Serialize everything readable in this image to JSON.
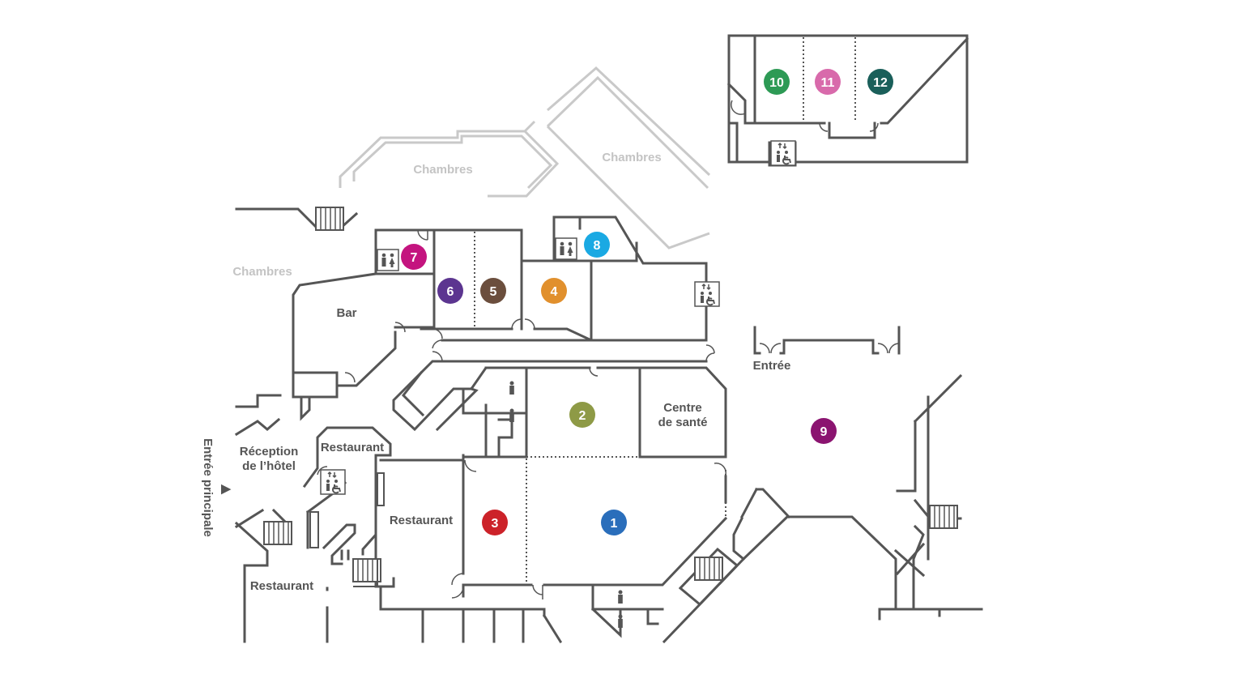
{
  "labels": {
    "chambres_1": "Chambres",
    "chambres_2": "Chambres",
    "chambres_3": "Chambres",
    "bar": "Bar",
    "entree": "Entrée",
    "centre_sante_1": "Centre",
    "centre_sante_2": "de santé",
    "reception_1": "Réception",
    "reception_2": "de l’hôtel",
    "restaurant_1": "Restaurant",
    "restaurant_2": "Restaurant",
    "restaurant_3": "Restaurant",
    "entree_principale": "Entrée principale",
    "entree_arrow": "▶"
  },
  "rooms": [
    {
      "id": "1",
      "color": "#2a6ebb"
    },
    {
      "id": "2",
      "color": "#8e9a46"
    },
    {
      "id": "3",
      "color": "#cc2229"
    },
    {
      "id": "4",
      "color": "#e1902d"
    },
    {
      "id": "5",
      "color": "#6b4e3d"
    },
    {
      "id": "6",
      "color": "#5c3590"
    },
    {
      "id": "7",
      "color": "#c4147f"
    },
    {
      "id": "8",
      "color": "#1aa9e3"
    },
    {
      "id": "9",
      "color": "#8b1470"
    },
    {
      "id": "10",
      "color": "#2d9a55"
    },
    {
      "id": "11",
      "color": "#d86aab"
    },
    {
      "id": "12",
      "color": "#1a5f5a"
    }
  ]
}
